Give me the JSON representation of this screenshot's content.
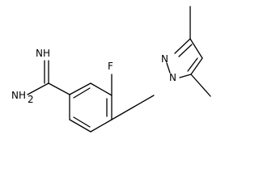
{
  "molecule": {
    "labels": {
      "imine": "NH",
      "amine": "NH",
      "amine_subscript": "2",
      "fluorine": "F",
      "pyrazole_n2": "N",
      "pyrazole_n1": "N"
    }
  }
}
